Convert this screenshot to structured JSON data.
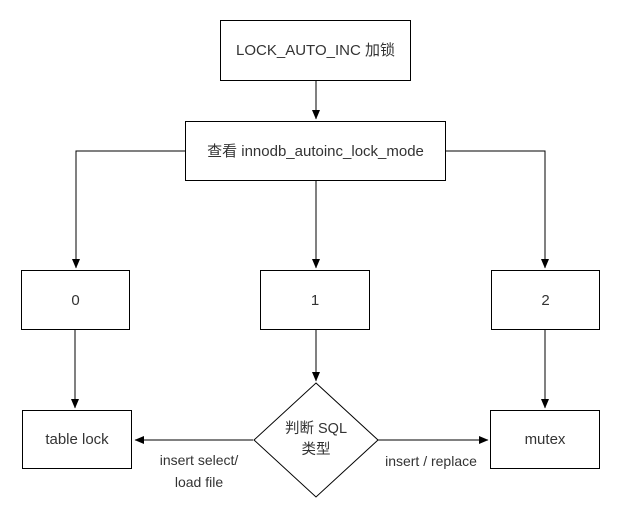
{
  "diagram": {
    "background": "#ffffff",
    "line_color": "#000000",
    "text_color": "#333333",
    "node_fill": "#ffffff",
    "nodes": {
      "start": {
        "label": "LOCK_AUTO_INC 加锁",
        "type": "process"
      },
      "check_mode": {
        "label": "查看 innodb_autoinc_lock_mode",
        "type": "process"
      },
      "mode_0": {
        "label": "0",
        "type": "process"
      },
      "mode_1": {
        "label": "1",
        "type": "process"
      },
      "mode_2": {
        "label": "2",
        "type": "process"
      },
      "table_lock": {
        "label": "table lock",
        "type": "process"
      },
      "sql_type_decision": {
        "label_line1": "判断 SQL",
        "label_line2": "类型",
        "type": "decision"
      },
      "mutex": {
        "label": "mutex",
        "type": "process"
      }
    },
    "edges": [
      {
        "from": "start",
        "to": "check_mode",
        "label": ""
      },
      {
        "from": "check_mode",
        "to": "mode_0",
        "label": ""
      },
      {
        "from": "check_mode",
        "to": "mode_1",
        "label": ""
      },
      {
        "from": "check_mode",
        "to": "mode_2",
        "label": ""
      },
      {
        "from": "mode_0",
        "to": "table_lock",
        "label": ""
      },
      {
        "from": "mode_1",
        "to": "sql_type_decision",
        "label": ""
      },
      {
        "from": "mode_2",
        "to": "mutex",
        "label": ""
      },
      {
        "from": "sql_type_decision",
        "to": "table_lock",
        "label_line1": "insert select/",
        "label_line2": "load file"
      },
      {
        "from": "sql_type_decision",
        "to": "mutex",
        "label": "insert / replace"
      }
    ]
  }
}
